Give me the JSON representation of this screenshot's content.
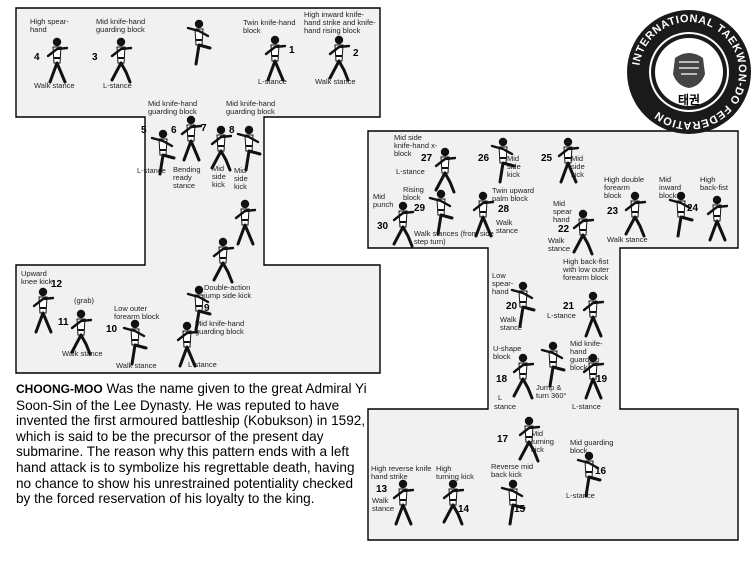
{
  "description": {
    "pattern_name": "CHOONG-MOO",
    "text": " Was the name given to the great Admiral Yi Soon-Sin of the Lee Dynasty. He was reputed to have invented the first armoured battleship (Kobukson) in 1592, which is said to be the precursor of the present day submarine. The reason why this pattern ends with a left hand attack is to symbolize his regrettable death, having no chance to show his unrestrained potentiality checked by the forced reservation of his loyalty to the king."
  },
  "logo": {
    "ring_text": "INTERNATIONAL TAEKWON-DO FEDERATION",
    "hangul": "태권",
    "colors": {
      "ring": "#1a1a1a",
      "inner": "#ffffff"
    }
  },
  "moves": [
    {
      "num": "1",
      "label": "Twin knife-hand block"
    },
    {
      "num": "2",
      "label": "High inward knife-hand strike and knife-hand rising block"
    },
    {
      "num": "3",
      "label": "Mid knife-hand guarding block"
    },
    {
      "num": "4",
      "label": "High spear-hand"
    },
    {
      "num": "5",
      "label": ""
    },
    {
      "num": "6",
      "label": "Bending ready stance"
    },
    {
      "num": "7",
      "label": "Mid side kick"
    },
    {
      "num": "8",
      "label": "Mid knife-hand guarding block"
    },
    {
      "num": "9",
      "label": "Double-action jump side kick"
    },
    {
      "num": "10",
      "label": "Low outer forearm block"
    },
    {
      "num": "11",
      "label": "(grab)"
    },
    {
      "num": "12",
      "label": "Upward knee kick"
    },
    {
      "num": "13",
      "label": "High reverse knife hand strike"
    },
    {
      "num": "14",
      "label": "High turning kick"
    },
    {
      "num": "15",
      "label": "Reverse mid back kick"
    },
    {
      "num": "16",
      "label": "Mid guarding block"
    },
    {
      "num": "17",
      "label": "Mid turning kick"
    },
    {
      "num": "18",
      "label": "U-shape block"
    },
    {
      "num": "19",
      "label": "Mid knife-hand guarding block"
    },
    {
      "num": "20",
      "label": "Low spear-hand"
    },
    {
      "num": "21",
      "label": "High back-fist with low outer forearm block"
    },
    {
      "num": "22",
      "label": "Mid spear hand"
    },
    {
      "num": "23",
      "label": "High double forearm block"
    },
    {
      "num": "24",
      "label": "Mid inward block"
    },
    {
      "num": "25",
      "label": "Mid side kick"
    },
    {
      "num": "26",
      "label": "Mid side kick"
    },
    {
      "num": "27",
      "label": "Mid side knife-hand x-block"
    },
    {
      "num": "28",
      "label": "Twin upward palm block"
    },
    {
      "num": "29",
      "label": "Rising block"
    },
    {
      "num": "30",
      "label": "Mid punch"
    }
  ],
  "stances": {
    "walk_stance": "Walk stance",
    "l_stance": "L-stance",
    "walk_stances_side_step": "Walk stances (from side step turn)",
    "jump_turn": "Jump & turn 360°",
    "bending_ready": "stance",
    "l_split": "L",
    "stance_word": "stance",
    "walk_word": "Walk",
    "high_back_fist_label": "High back-fist"
  }
}
